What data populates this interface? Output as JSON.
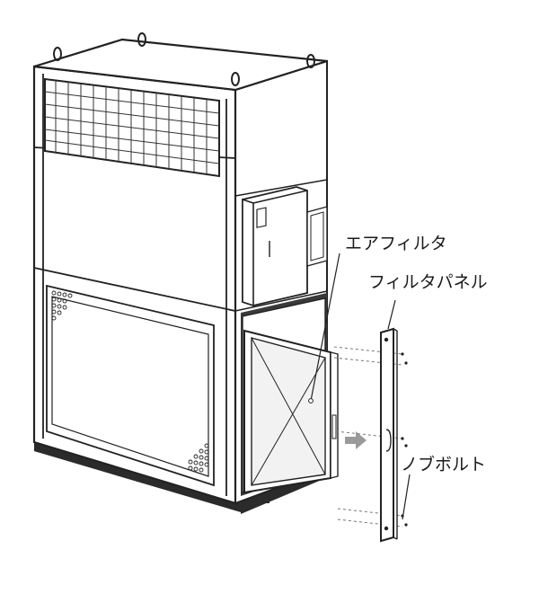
{
  "labels": {
    "air_filter": "エアフィルタ",
    "filter_panel": "フィルタパネル",
    "knob_bolt": "ノブボルト"
  }
}
